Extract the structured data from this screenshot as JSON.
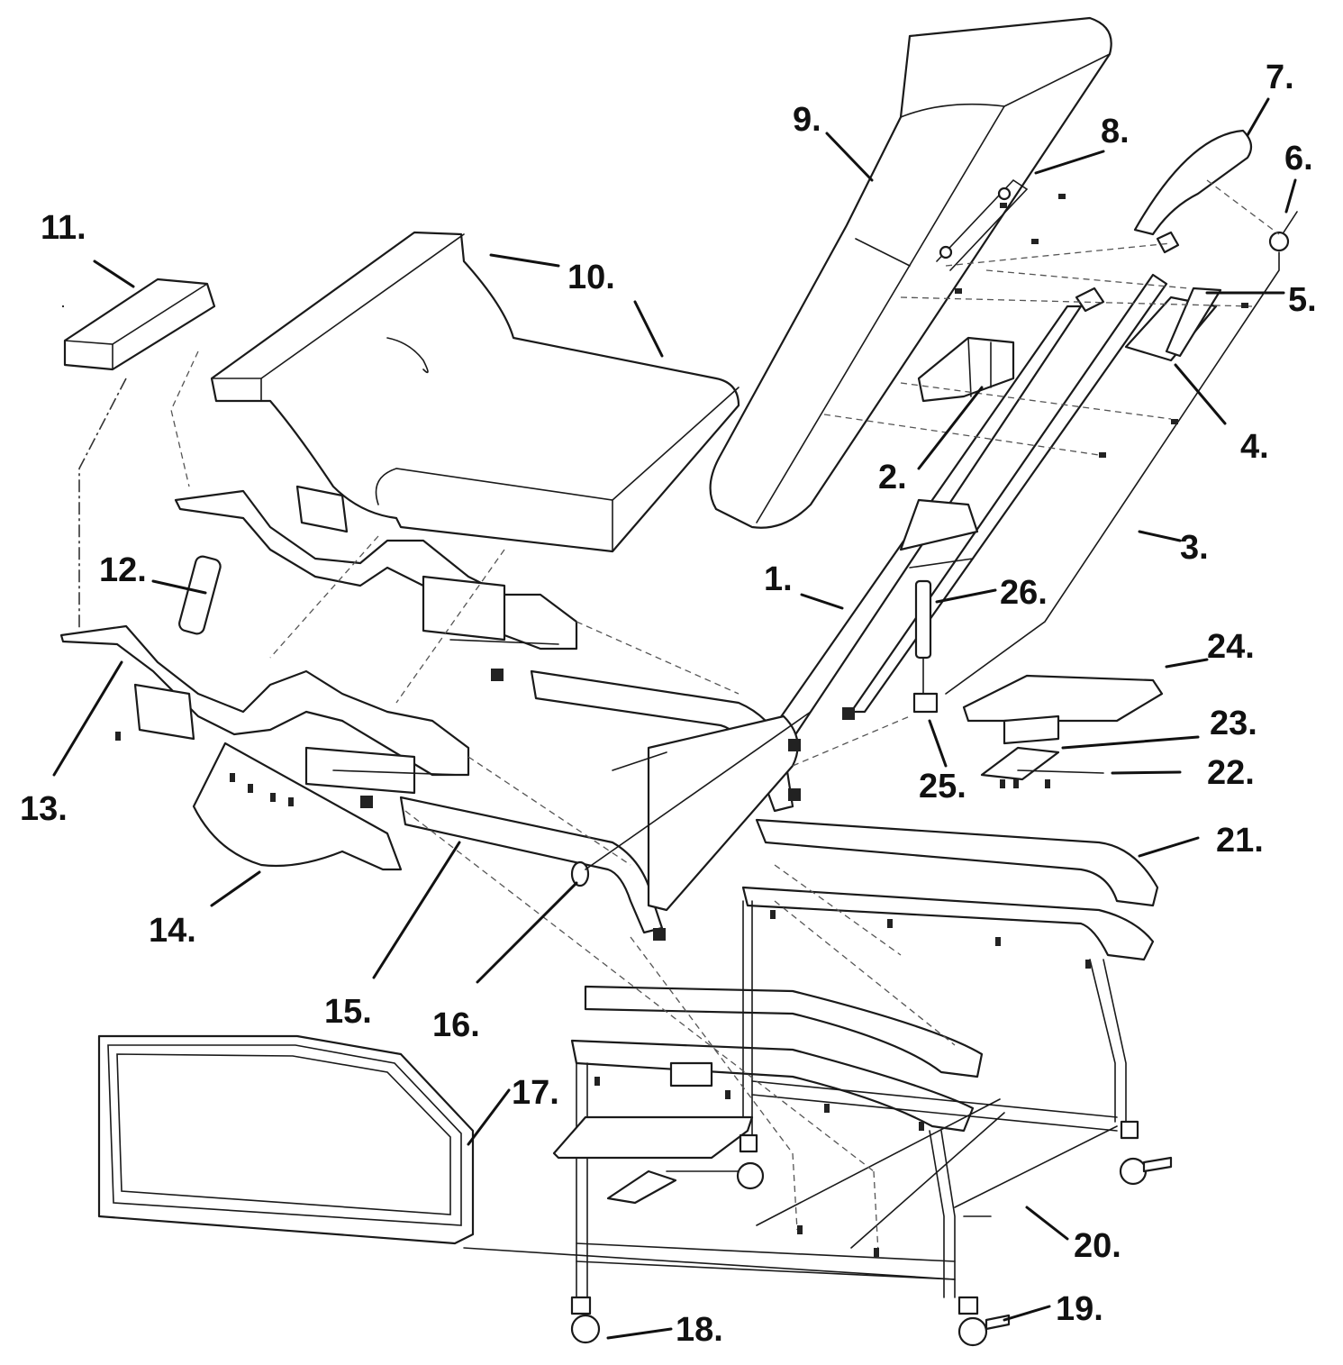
{
  "diagram": {
    "callouts": [
      {
        "id": "c1",
        "label": "1."
      },
      {
        "id": "c2",
        "label": "2."
      },
      {
        "id": "c3",
        "label": "3."
      },
      {
        "id": "c4",
        "label": "4."
      },
      {
        "id": "c5",
        "label": "5."
      },
      {
        "id": "c6",
        "label": "6."
      },
      {
        "id": "c7",
        "label": "7."
      },
      {
        "id": "c8",
        "label": "8."
      },
      {
        "id": "c9",
        "label": "9."
      },
      {
        "id": "c10",
        "label": "10."
      },
      {
        "id": "c11",
        "label": "11."
      },
      {
        "id": "c12",
        "label": "12."
      },
      {
        "id": "c13",
        "label": "13."
      },
      {
        "id": "c14",
        "label": "14."
      },
      {
        "id": "c15",
        "label": "15."
      },
      {
        "id": "c16",
        "label": "16."
      },
      {
        "id": "c17",
        "label": "17."
      },
      {
        "id": "c18",
        "label": "18."
      },
      {
        "id": "c19",
        "label": "19."
      },
      {
        "id": "c20",
        "label": "20."
      },
      {
        "id": "c21",
        "label": "21."
      },
      {
        "id": "c22",
        "label": "22."
      },
      {
        "id": "c23",
        "label": "23."
      },
      {
        "id": "c24",
        "label": "24."
      },
      {
        "id": "c25",
        "label": "25."
      },
      {
        "id": "c26",
        "label": "26."
      }
    ]
  },
  "style": {
    "line_color": "#1a1a1a",
    "background": "#ffffff"
  }
}
